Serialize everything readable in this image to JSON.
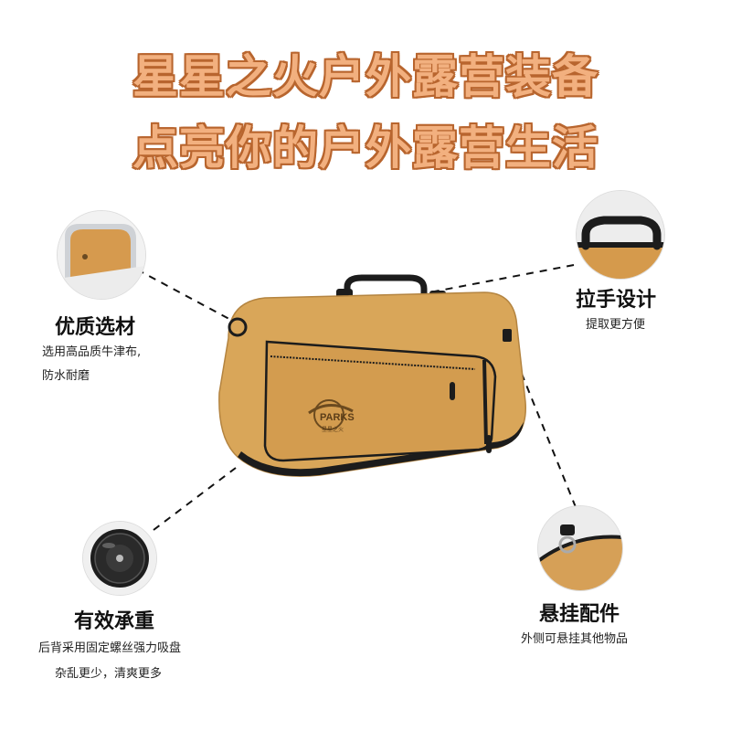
{
  "headline": {
    "line1": "星星之火户外露营装备",
    "line2": "点亮你的户外露营生活"
  },
  "features": [
    {
      "title": "优质选材",
      "desc_lines": [
        "选用高品质牛津布,",
        "防水耐磨"
      ]
    },
    {
      "title": "拉手设计",
      "desc_lines": [
        "提取更方便"
      ]
    },
    {
      "title": "有效承重",
      "desc_lines": [
        "后背采用固定螺丝强力吸盘",
        "杂乱更少，清爽更多"
      ]
    },
    {
      "title": "悬挂配件",
      "desc_lines": [
        "外侧可悬挂其他物品"
      ]
    }
  ],
  "product": {
    "logo_text": "PARKS",
    "logo_sub": "星星之火"
  },
  "colors": {
    "headline_fill": "#f2b07f",
    "headline_outline": "#b8652e",
    "bag_body": "#d9a659",
    "bag_trim": "#1c1c1c"
  }
}
